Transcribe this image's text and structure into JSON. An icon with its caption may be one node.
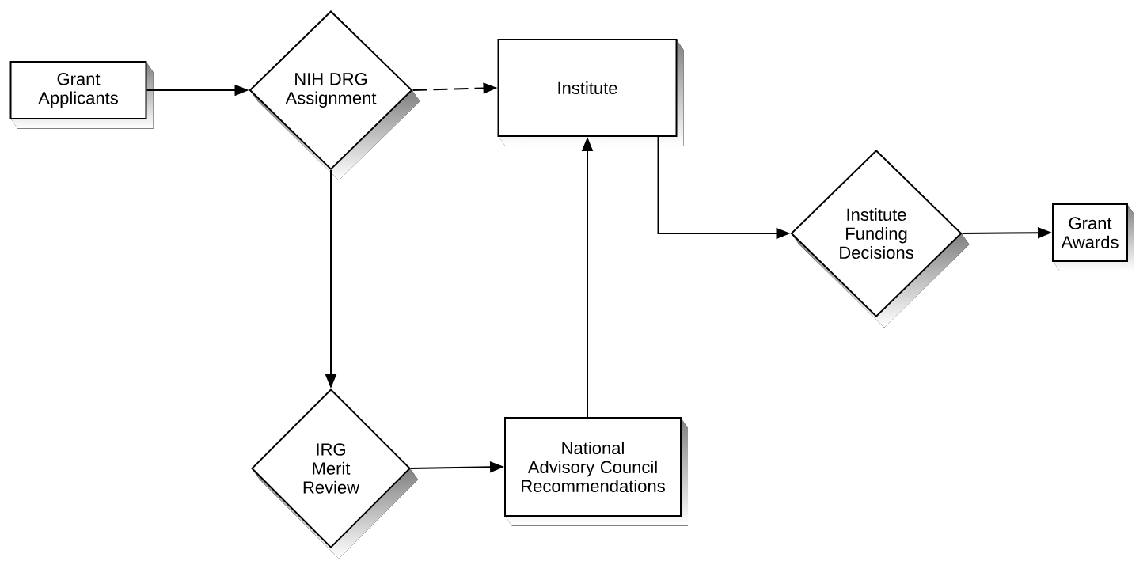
{
  "diagram": {
    "nodes": [
      {
        "text": [
          "Grant Applicants"
        ]
      },
      {
        "text": [
          "NIH DRG Assignment"
        ]
      },
      {
        "text": [
          "Institute"
        ]
      },
      {
        "text": [
          "Institute Funding Decisions"
        ]
      },
      {
        "text": [
          "Grant Awards"
        ]
      },
      {
        "text": [
          "IRG Merit Review"
        ]
      },
      {
        "text": [
          "National Advisory Council Recommendations"
        ]
      }
    ],
    "edges": [
      {
        "from": 0,
        "to": 1,
        "arrow": "to"
      },
      {
        "from": 1,
        "to": 2,
        "arrow": "to",
        "style": "dashed"
      },
      {
        "from": 1,
        "to": 5,
        "arrow": "to"
      },
      {
        "from": 5,
        "to": 6,
        "arrow": "to"
      },
      {
        "from": 6,
        "to": 2,
        "arrow": "to"
      },
      {
        "from": 2,
        "to": 3,
        "arrow": "to"
      },
      {
        "from": 3,
        "to": 4,
        "arrow": "to"
      }
    ]
  }
}
